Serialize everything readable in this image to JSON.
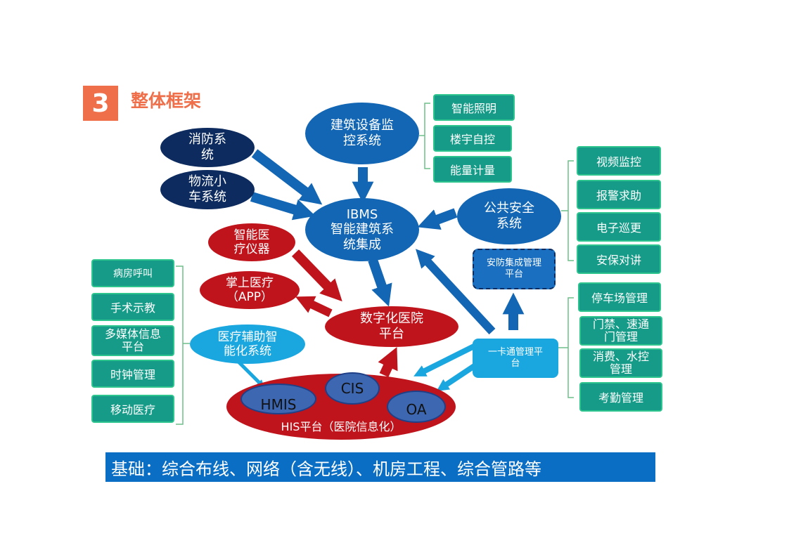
{
  "header": {
    "number": "3",
    "title": "整体框架"
  },
  "center_nodes": {
    "ibms": "IBMS\n智能建筑系\n统集成",
    "building_monitor": "建筑设备监\n控系统",
    "fire": "消防系\n统",
    "logistics": "物流小\n车系统",
    "public_safety": "公共安全\n系统",
    "medical_devices": "智能医\n疗仪器",
    "mobile_app": "掌上医疗\n（APP）",
    "digital_hospital": "数字化医院\n平台",
    "ai_assist": "医疗辅助智\n能化系统",
    "security_platform": "安防集成管理\n平台",
    "card_platform": "一卡通管理平\n台"
  },
  "his": {
    "label": "HIS平台（医院信息化）",
    "hmis": "HMIS",
    "cis": "CIS",
    "oa": "OA"
  },
  "building_items": [
    "智能照明",
    "楼宇自控",
    "能量计量"
  ],
  "safety_items": [
    "视频监控",
    "报警求助",
    "电子巡更",
    "安保对讲"
  ],
  "card_items": [
    "停车场管理",
    "门禁、速通\n门管理",
    "消费、水控\n管理",
    "考勤管理"
  ],
  "left_items": [
    "病房呼叫",
    "手术示教",
    "多媒体信息\n平台",
    "时钟管理",
    "移动医疗"
  ],
  "bottom_bar": "基础：综合布线、网络（含无线）、机房工程、综合管路等"
}
